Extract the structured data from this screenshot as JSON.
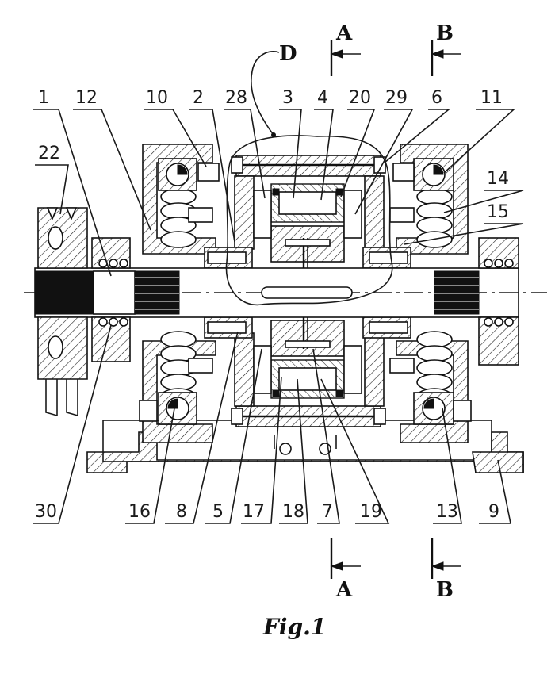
{
  "figure": {
    "caption": "Fig.1",
    "detail_label": "D",
    "section_labels": {
      "top_left": "A",
      "top_right": "B",
      "bottom_left": "A",
      "bottom_right": "B"
    },
    "callouts_top": [
      "1",
      "12",
      "10",
      "2",
      "28",
      "3",
      "4",
      "20",
      "29",
      "6",
      "11"
    ],
    "callouts_left": [
      "22"
    ],
    "callouts_right": [
      "14",
      "15"
    ],
    "callouts_bottom": [
      "30",
      "16",
      "8",
      "5",
      "17",
      "18",
      "7",
      "19",
      "13",
      "9"
    ]
  }
}
